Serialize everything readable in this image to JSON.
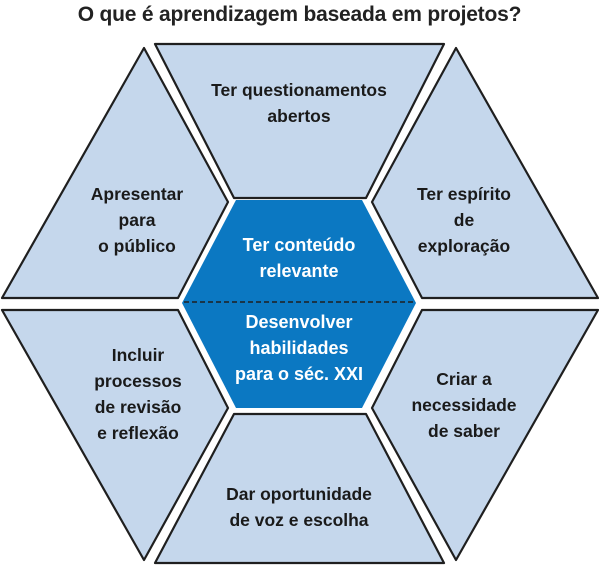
{
  "title": "O que é aprendizagem baseada em projetos?",
  "colors": {
    "outer_fill": "#c5d7ec",
    "inner_fill": "#0b78c2",
    "stroke": "#1f1f1f"
  },
  "center": {
    "top_lines": [
      "Ter conteúdo",
      "relevante"
    ],
    "bottom_lines": [
      "Desenvolver",
      "habilidades",
      "para o séc. XXI"
    ]
  },
  "segments": [
    {
      "id": "top",
      "lines": [
        "Ter questionamentos",
        "abertos"
      ]
    },
    {
      "id": "upper-right",
      "lines": [
        "Ter espírito",
        "de",
        "exploração"
      ]
    },
    {
      "id": "lower-right",
      "lines": [
        "Criar a",
        "necessidade",
        "de saber"
      ]
    },
    {
      "id": "bottom",
      "lines": [
        "Dar oportunidade",
        "de voz e escolha"
      ]
    },
    {
      "id": "lower-left",
      "lines": [
        "Incluir",
        "processos",
        "de revisão",
        "e reflexão"
      ]
    },
    {
      "id": "upper-left",
      "lines": [
        "Apresentar",
        "para",
        "o público"
      ]
    }
  ]
}
